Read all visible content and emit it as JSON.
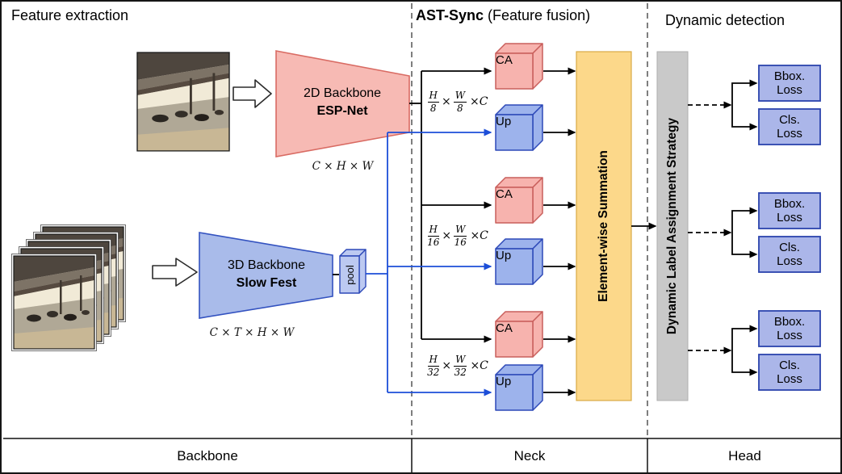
{
  "sections": {
    "feature_extraction_title": "Feature extraction",
    "ast_sync_title": "AST-Sync",
    "ast_sync_subtitle": " (Feature fusion)",
    "dynamic_detection_title": "Dynamic detection"
  },
  "backbone_2d": {
    "name": "2D Backbone",
    "model": "ESP-Net",
    "dims": "C × H × W"
  },
  "backbone_3d": {
    "name": "3D Backbone",
    "model": "Slow Fest",
    "dims": "C × T × H × W"
  },
  "pool": {
    "label": "pool"
  },
  "neck": {
    "ca_label": "CA",
    "up_label": "Up",
    "scales": [
      {
        "frac1_num": "H",
        "frac1_den": "8",
        "times": "×",
        "frac2_num": "W",
        "frac2_den": "8",
        "suffix": "×C"
      },
      {
        "frac1_num": "H",
        "frac1_den": "16",
        "times": "×",
        "frac2_num": "W",
        "frac2_den": "16",
        "suffix": "×C"
      },
      {
        "frac1_num": "H",
        "frac1_den": "32",
        "times": "×",
        "frac2_num": "W",
        "frac2_den": "32",
        "suffix": "×C"
      }
    ],
    "summation_label": "Element-wise Summation"
  },
  "head": {
    "strategy_label": "Dynamic Label Assignment Strategy",
    "loss_groups": [
      {
        "bbox_line1": "Bbox.",
        "bbox_line2": "Loss",
        "cls_line1": "Cls.",
        "cls_line2": "Loss"
      },
      {
        "bbox_line1": "Bbox.",
        "bbox_line2": "Loss",
        "cls_line1": "Cls.",
        "cls_line2": "Loss"
      },
      {
        "bbox_line1": "Bbox.",
        "bbox_line2": "Loss",
        "cls_line1": "Cls.",
        "cls_line2": "Loss"
      }
    ]
  },
  "footer": {
    "backbone": "Backbone",
    "neck": "Neck",
    "head": "Head"
  },
  "colors": {
    "pink_fill": "#f7b3ae",
    "pink_border": "#c95f5c",
    "blue_fill": "#9db3ec",
    "blue_border": "#2d49b8",
    "yellow_fill": "#fcd88a",
    "gray_fill": "#c9c9c9",
    "loss_fill": "#abb6e9",
    "loss_border": "#2b44ad",
    "blue_line": "#1c4ed8",
    "black_line": "#000000"
  }
}
